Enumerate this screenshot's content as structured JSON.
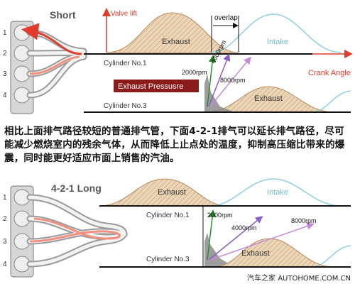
{
  "top_diagram": {
    "title": "Short",
    "cylinder_numbers": [
      "1",
      "2",
      "3",
      "4"
    ],
    "valve_lift_label": "Valve lift",
    "overlap_label": "overlap",
    "exhaust_label": "Exhaust",
    "intake_label": "Intake",
    "cylinder1_label": "Cylinder No.1",
    "cylinder3_label": "Cylinder No.3",
    "exhaust_pressure_label": "Exhaust Pressusre",
    "exhaust3_label": "Exhaust",
    "crank_angle_label": "Crank Angle",
    "rpm_labels": [
      "2000rpm",
      "4000rpm",
      "8000rpm"
    ]
  },
  "caption": "相比上面排气路径较短的普通排气管，下面4-2-1排气可以延长排气路径，尽可能减少燃烧室内的残余气体，从而降低上止点处的温度，抑制高压缩比带来的爆震，同时能更好适应市面上销售的汽油。",
  "bottom_diagram": {
    "title": "4-2-1 Long",
    "cylinder_numbers": [
      "1",
      "2",
      "3",
      "4"
    ],
    "exhaust_label": "Exhaust",
    "intake_label": "Intake",
    "cylinder1_label": "Cylinder No.1",
    "cylinder3_label": "Cylinder No.3",
    "exhaust3_label": "Exhaust",
    "rpm_labels": [
      "2000rpm",
      "4000rpm",
      "8000rpm"
    ]
  },
  "watermark": "汽车之家 AUTOHOME.COM.CN",
  "colors": {
    "exhaust_fill": "#e9d2b3",
    "exhaust_stroke": "#b8895a",
    "intake_stroke": "#8ecfe0",
    "accent_red": "#e03b2b",
    "pressure_label_bg": "#8b1a1a",
    "rpm_2000": "#2d8a2d",
    "rpm_4000": "#8a5fc0",
    "rpm_8000": "#c48bd8"
  }
}
